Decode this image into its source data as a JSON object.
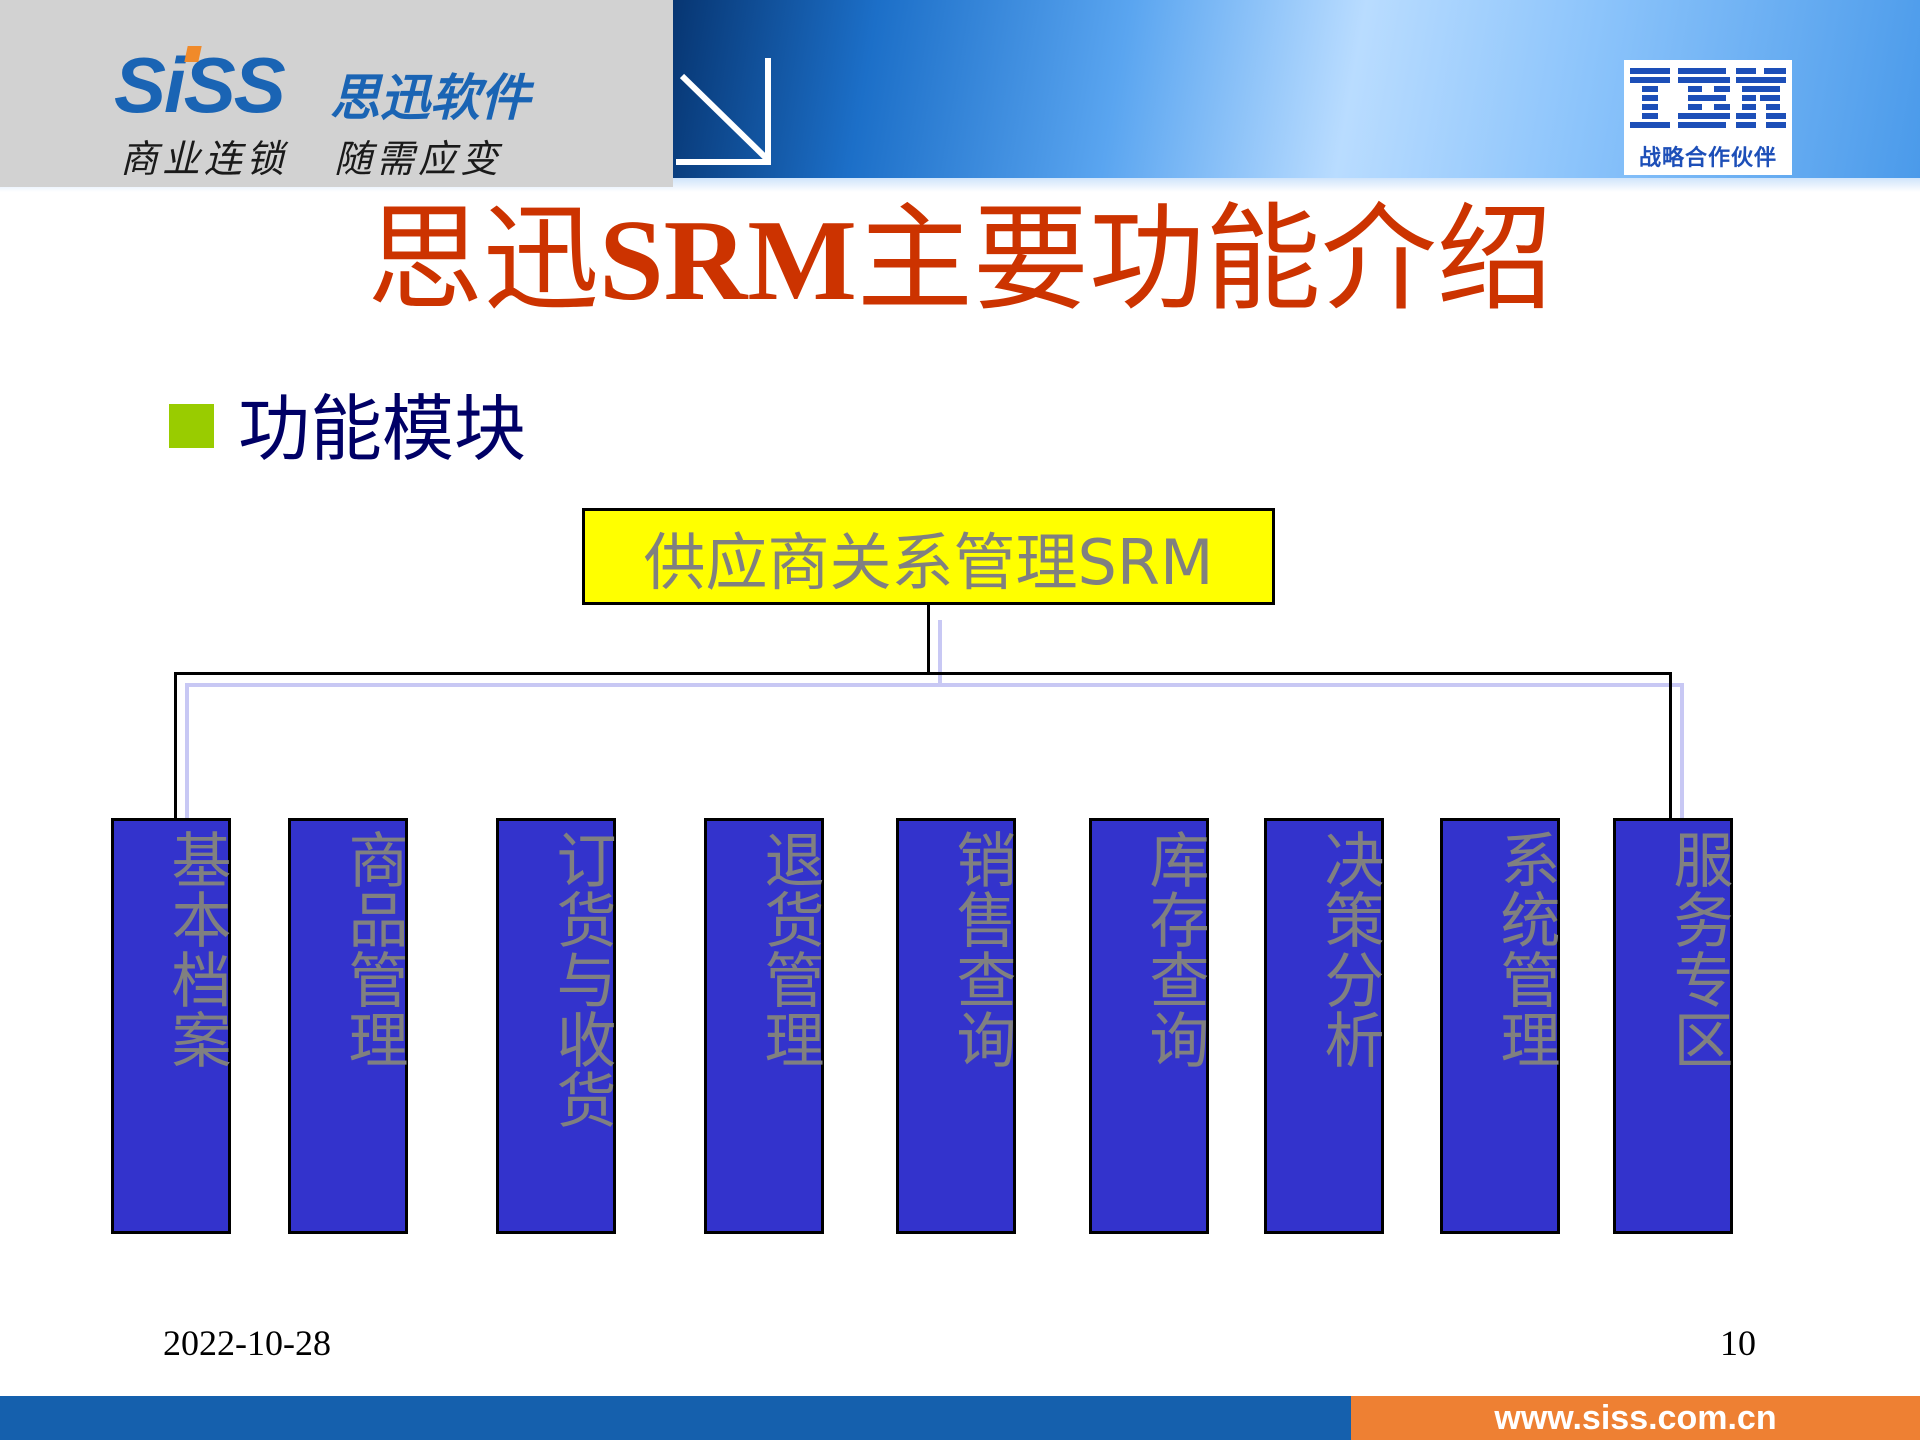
{
  "header": {
    "logo_brand": "SiSS",
    "logo_company": "思迅软件",
    "logo_slogan": "商业连锁 随需应变",
    "partner_logo": "IBM",
    "partner_caption": "战略合作伙伴",
    "arrow_icon": "arrow-down-right-icon"
  },
  "slide": {
    "title_prefix": "思迅",
    "title_latin": "SRM",
    "title_suffix": "主要功能介绍",
    "bullet_text": "功能模块",
    "colors": {
      "title": "#cc3300",
      "bullet": "#99cc00",
      "bullet_text": "#000066",
      "root_fill": "#ffff00",
      "module_fill": "#3333cc",
      "module_text": "#808080"
    }
  },
  "diagram": {
    "root": "供应商关系管理SRM",
    "modules": [
      {
        "label": "基本档案"
      },
      {
        "label": "商品管理"
      },
      {
        "label": "订货与收货"
      },
      {
        "label": "退货管理"
      },
      {
        "label": "销售查询"
      },
      {
        "label": "库存查询"
      },
      {
        "label": "决策分析"
      },
      {
        "label": "系统管理"
      },
      {
        "label": "服务专区"
      }
    ]
  },
  "footer": {
    "date": "2022-10-28",
    "page_number": "10",
    "url": "www.siss.com.cn"
  }
}
